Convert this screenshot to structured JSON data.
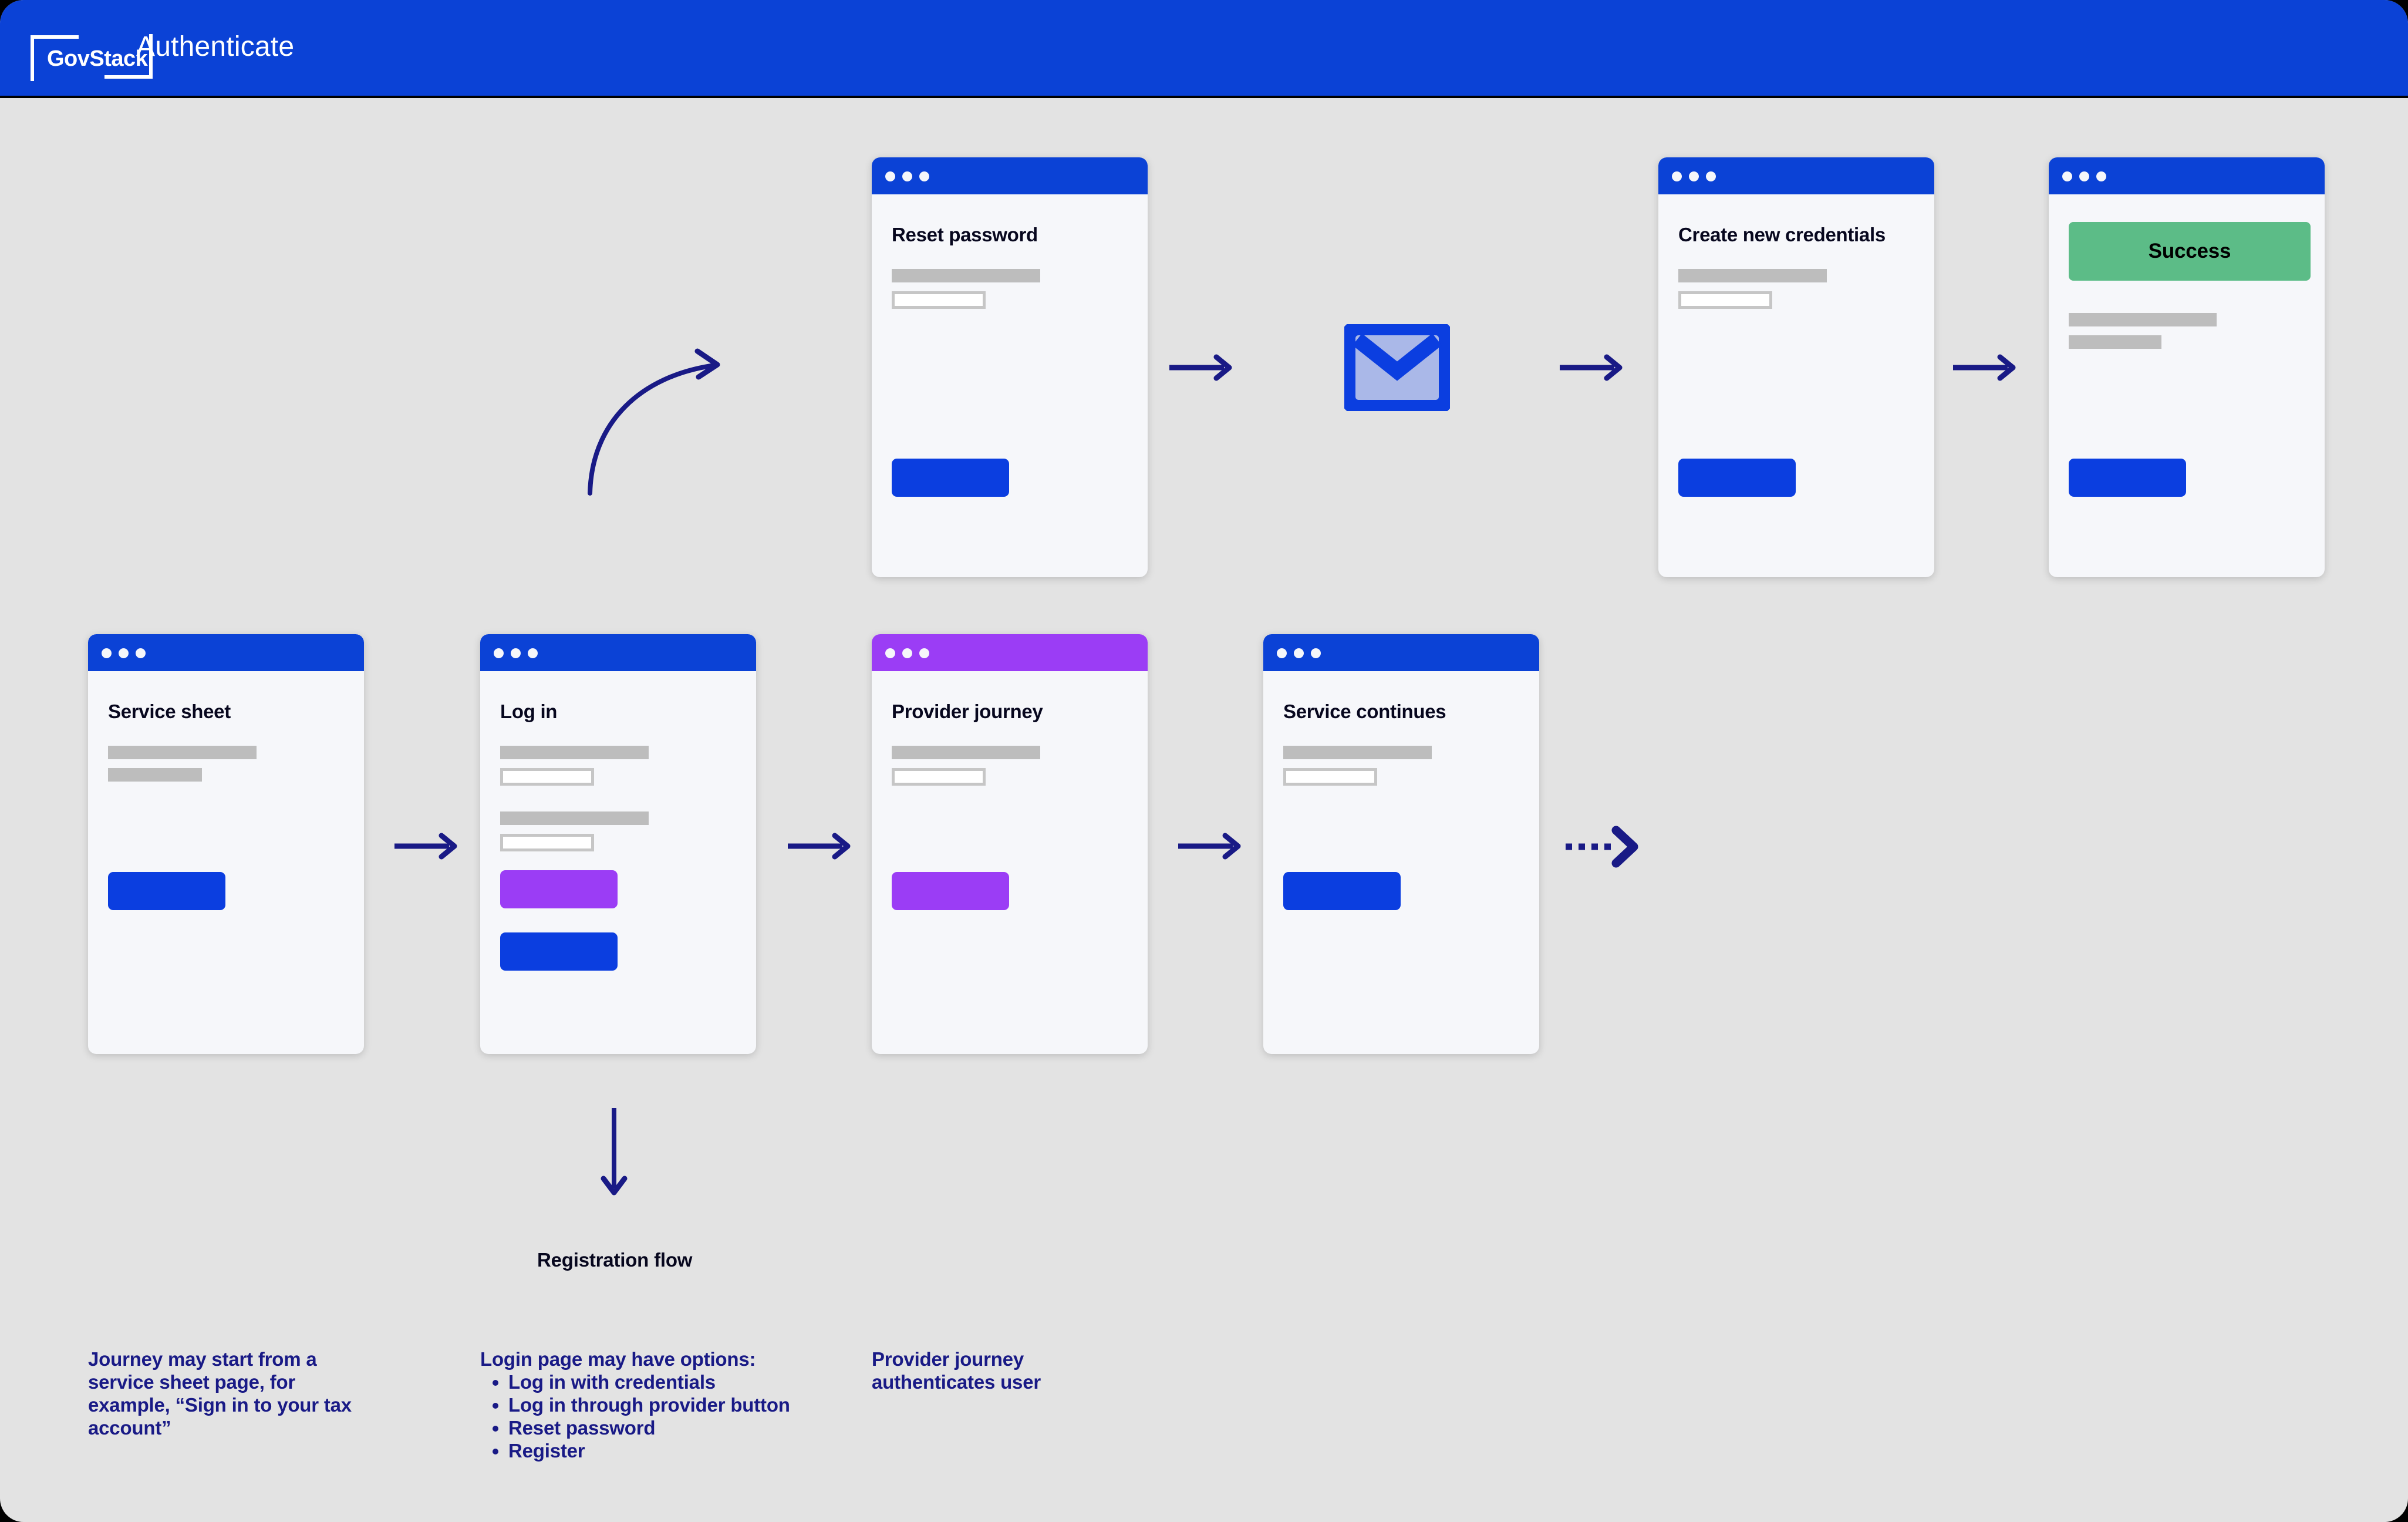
{
  "header": {
    "logo_text": "GovStack",
    "title": "Authenticate"
  },
  "colors": {
    "brand_blue": "#0b42d6",
    "button_blue": "#0b3ee0",
    "provider_purple": "#9b3df5",
    "success_green": "#5cbc87",
    "annotation_navy": "#191a86",
    "canvas_gray": "#e3e3e3",
    "card_bg": "#f6f7fa",
    "placeholder_gray": "#bdbdbd"
  },
  "cards": [
    {
      "id": "reset-password",
      "title": "Reset password",
      "titlebar_color": "blue",
      "dots": 3
    },
    {
      "id": "create-new-credentials",
      "title": "Create new credentials",
      "titlebar_color": "blue",
      "dots": 3
    },
    {
      "id": "success",
      "title": "",
      "banner_label": "Success",
      "titlebar_color": "blue",
      "dots": 3
    },
    {
      "id": "service-sheet",
      "title": "Service sheet",
      "titlebar_color": "blue",
      "dots": 3
    },
    {
      "id": "log-in",
      "title": "Log in",
      "titlebar_color": "blue",
      "dots": 3
    },
    {
      "id": "provider-journey",
      "title": "Provider journey",
      "titlebar_color": "purple",
      "dots": 3
    },
    {
      "id": "service-continues",
      "title": "Service continues",
      "titlebar_color": "blue",
      "dots": 3
    }
  ],
  "labels": {
    "registration_flow": "Registration flow"
  },
  "notes": {
    "journey_start": "Journey may start from a service sheet page, for example, “Sign in to your tax account”",
    "login_options_heading": "Login page may have options:",
    "login_options": [
      "Log in with credentials",
      "Log in through provider button",
      "Reset password",
      "Register"
    ],
    "provider_note": "Provider journey authenticates user"
  },
  "icons": {
    "envelope": "envelope-icon",
    "arrow_right": "arrow-right-icon",
    "arrow_curved": "arrow-curved-icon",
    "arrow_down": "arrow-down-icon",
    "arrow_dotted": "arrow-dotted-right-icon"
  }
}
